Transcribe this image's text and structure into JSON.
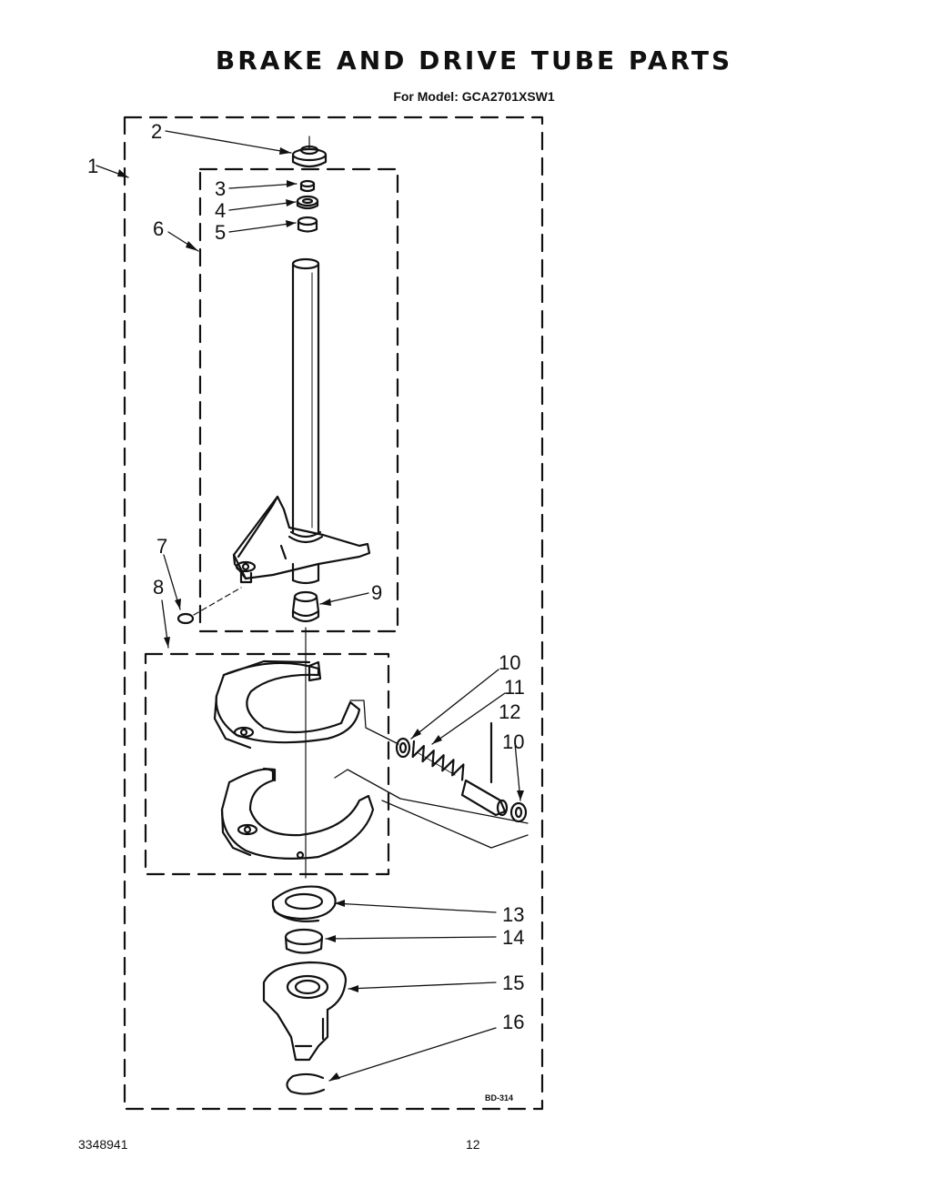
{
  "title": "BRAKE AND DRIVE TUBE PARTS",
  "subtitle": "For Model: GCA2701XSW1",
  "diagram_code": "BD-314",
  "footer": {
    "doc_number": "3348941",
    "page_number": "12"
  },
  "callouts": [
    "1",
    "2",
    "3",
    "4",
    "5",
    "6",
    "7",
    "8",
    "9",
    "10",
    "11",
    "12",
    "10",
    "13",
    "14",
    "15",
    "16"
  ]
}
